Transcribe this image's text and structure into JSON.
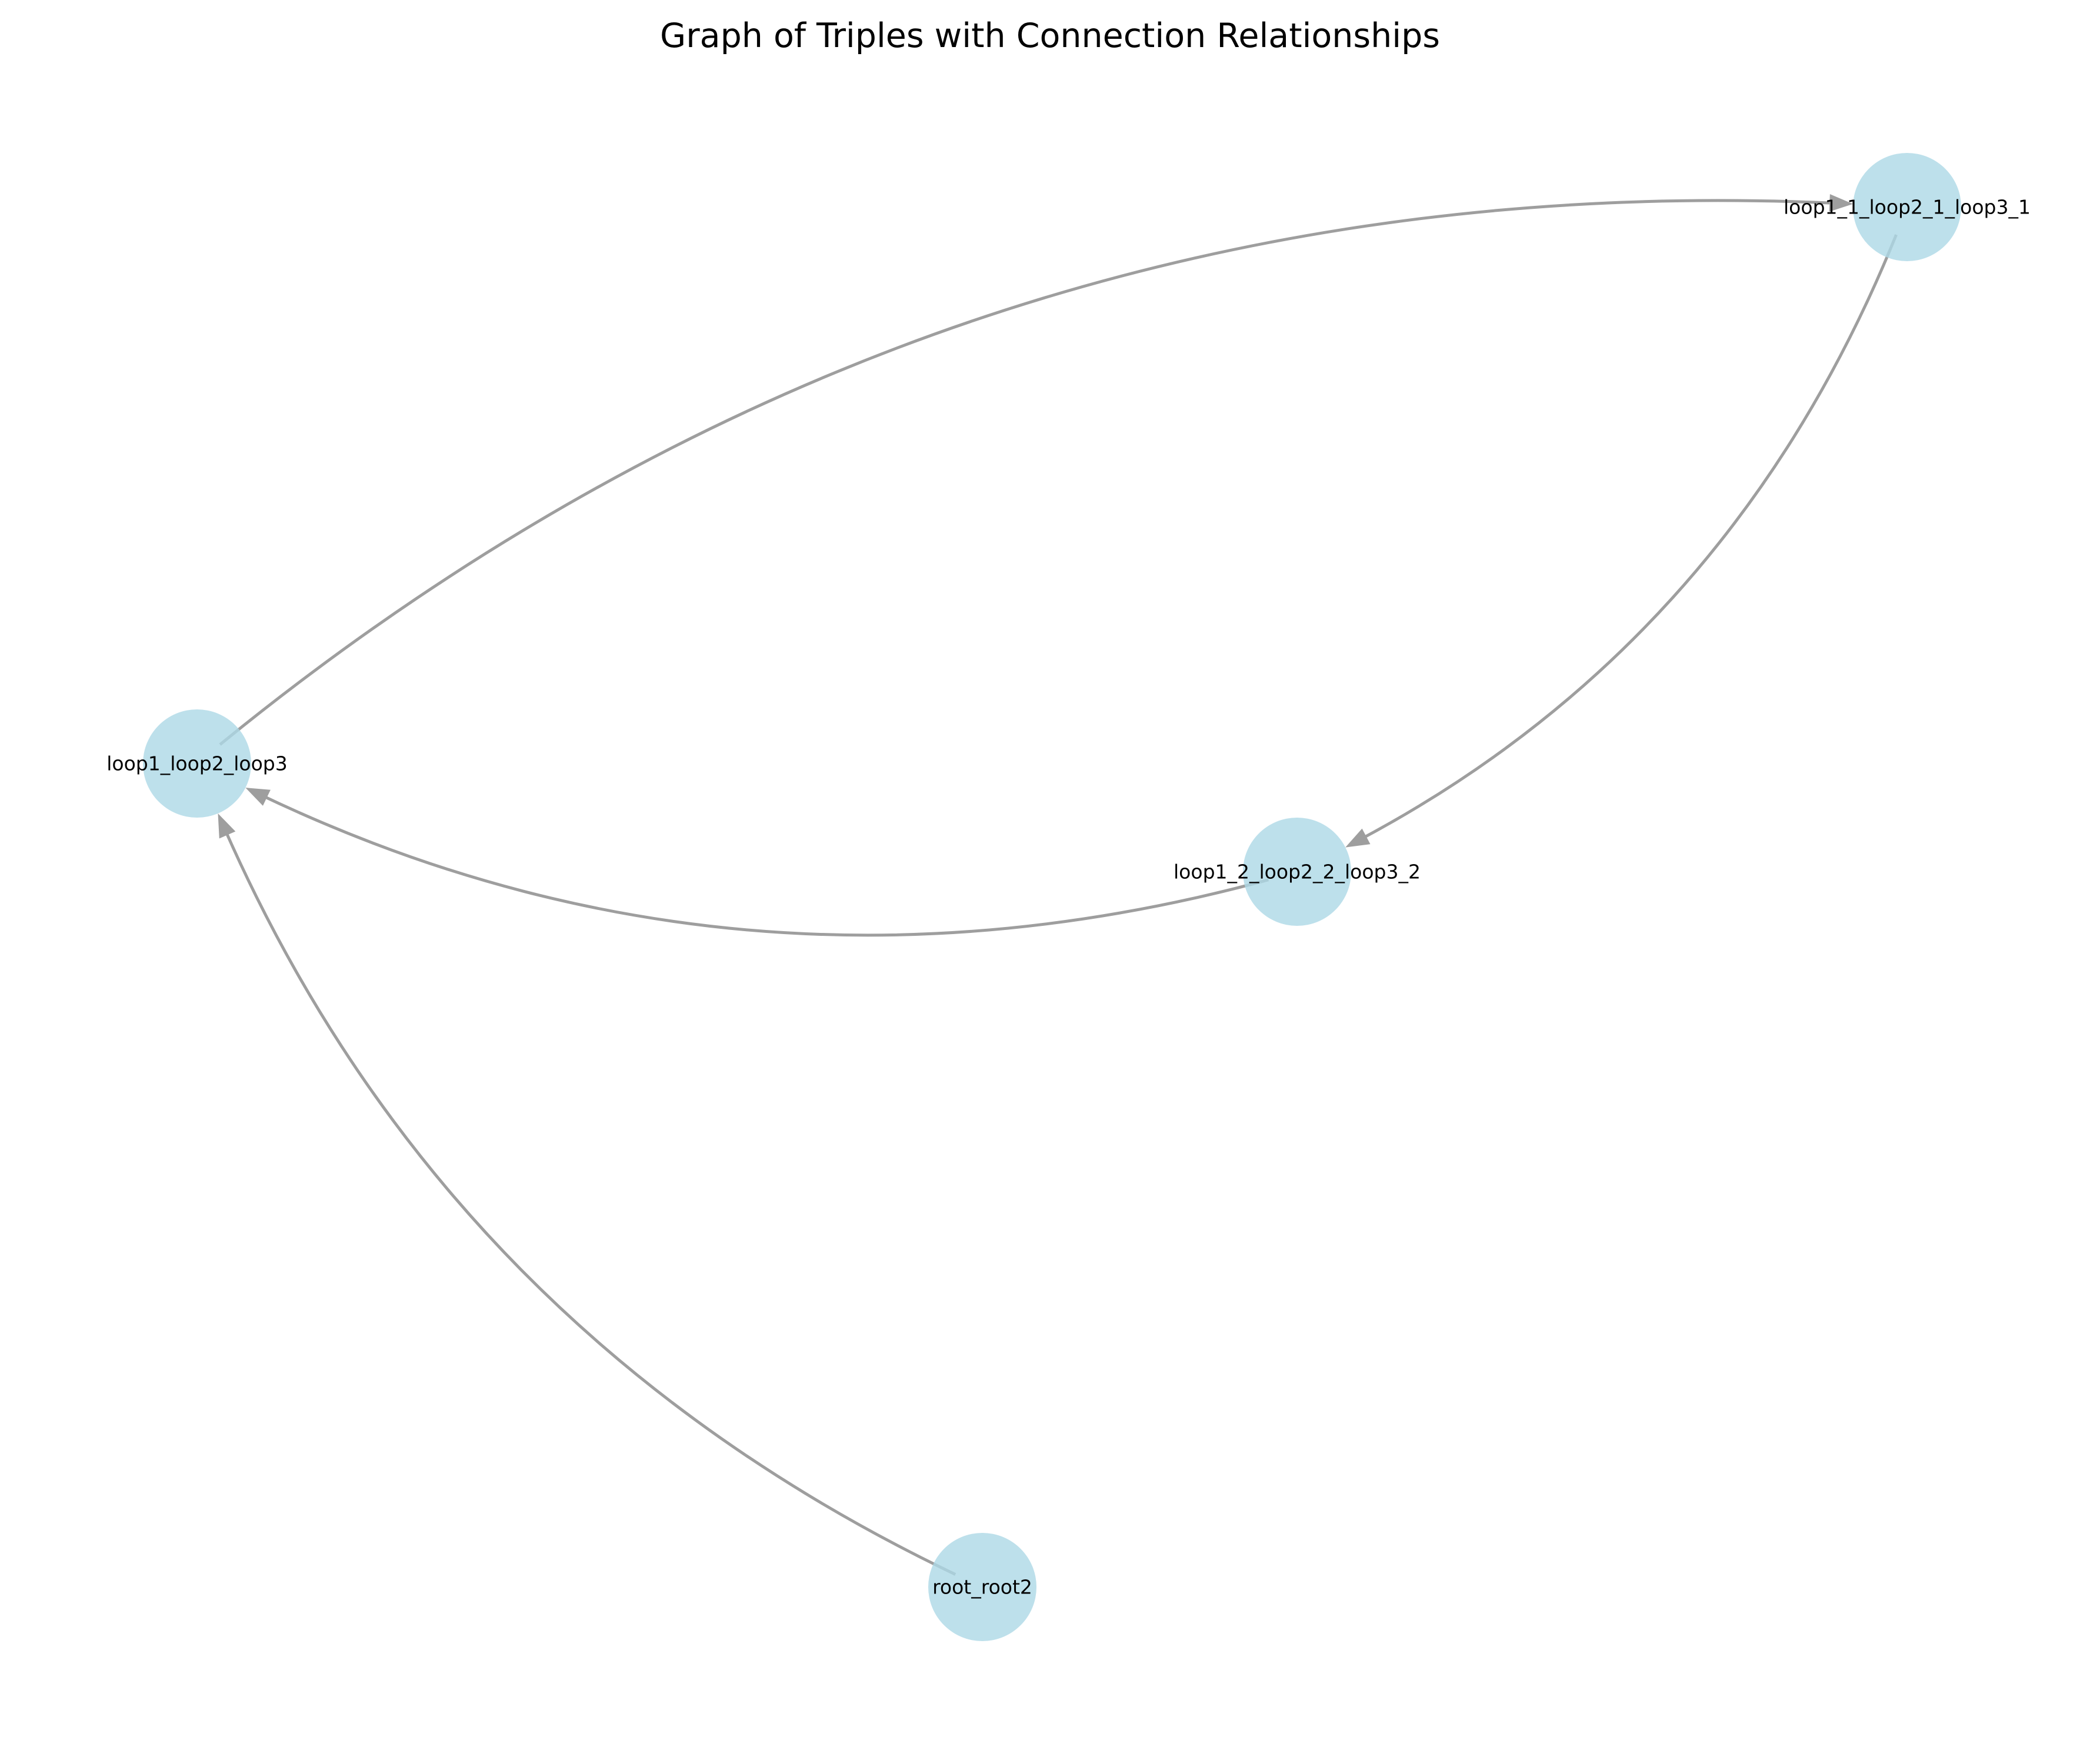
{
  "title": "Graph of Triples with Connection Relationships",
  "colors": {
    "node_fill": "#add8e6",
    "edge": "#9e9e9e",
    "background": "#ffffff"
  },
  "nodes": [
    {
      "id": "n_main",
      "label": "loop1_loop2_loop3"
    },
    {
      "id": "n_1",
      "label": "loop1_1_loop2_1_loop3_1"
    },
    {
      "id": "n_2",
      "label": "loop1_2_loop2_2_loop3_2"
    },
    {
      "id": "n_root",
      "label": "root_root2"
    }
  ],
  "edges": [
    {
      "source": "n_main",
      "target": "n_1",
      "directed": true
    },
    {
      "source": "n_1",
      "target": "n_2",
      "directed": true
    },
    {
      "source": "n_2",
      "target": "n_main",
      "directed": true
    },
    {
      "source": "n_root",
      "target": "n_main",
      "directed": true
    }
  ]
}
